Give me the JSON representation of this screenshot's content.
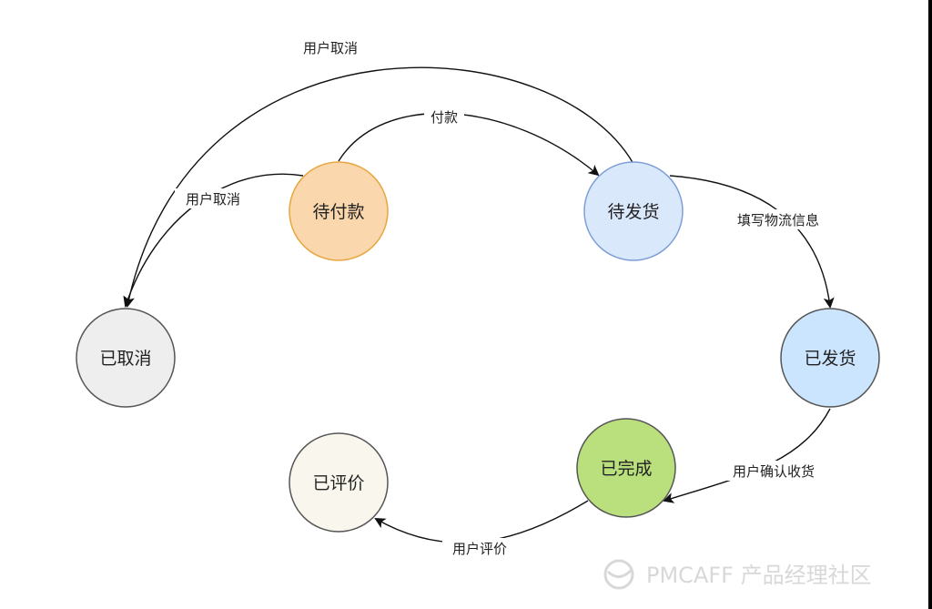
{
  "nodes": [
    {
      "id": "pending-payment",
      "label": "待付款",
      "fill": "#fad7ac",
      "stroke": "#e8a640"
    },
    {
      "id": "pending-shipment",
      "label": "待发货",
      "fill": "#dae8fc",
      "stroke": "#7d9fd6"
    },
    {
      "id": "cancelled",
      "label": "已取消",
      "fill": "#eeeeee",
      "stroke": "#555555"
    },
    {
      "id": "shipped",
      "label": "已发货",
      "fill": "#cce5ff",
      "stroke": "#555555"
    },
    {
      "id": "completed",
      "label": "已完成",
      "fill": "#b9e07c",
      "stroke": "#555555"
    },
    {
      "id": "reviewed",
      "label": "已评价",
      "fill": "#f9f7ed",
      "stroke": "#555555"
    }
  ],
  "edges": [
    {
      "id": "edge-pay",
      "from": "pending-payment",
      "to": "pending-shipment",
      "label": "付款"
    },
    {
      "id": "edge-cancel-from-shipment",
      "from": "pending-shipment",
      "to": "cancelled",
      "label": "用户取消"
    },
    {
      "id": "edge-cancel-from-payment",
      "from": "pending-payment",
      "to": "cancelled",
      "label": "用户取消"
    },
    {
      "id": "edge-logistics",
      "from": "pending-shipment",
      "to": "shipped",
      "label": "填写物流信息"
    },
    {
      "id": "edge-confirm",
      "from": "shipped",
      "to": "completed",
      "label": "用户确认收货"
    },
    {
      "id": "edge-review",
      "from": "completed",
      "to": "reviewed",
      "label": "用户评价"
    }
  ],
  "watermark": {
    "text": "PMCAFF 产品经理社区"
  }
}
